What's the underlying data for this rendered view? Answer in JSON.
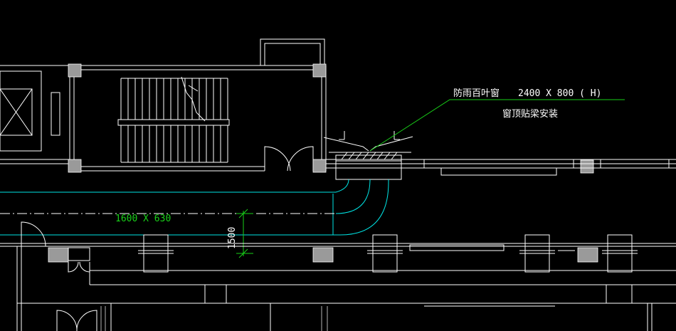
{
  "colors": {
    "background": "#000000",
    "wall": "#ffffff",
    "column_fill": "#9a9a9a",
    "duct": "#00e5e5",
    "leader": "#19d119",
    "dimension": "#19d119",
    "grey_line": "#b5b5b5"
  },
  "annotations": {
    "louver_name": "防雨百叶窗",
    "louver_size": "2400 X 800 ( H)",
    "install_note": "窗顶贴梁安装",
    "duct_size": "1600 X 630",
    "dimension_value": "1500"
  }
}
